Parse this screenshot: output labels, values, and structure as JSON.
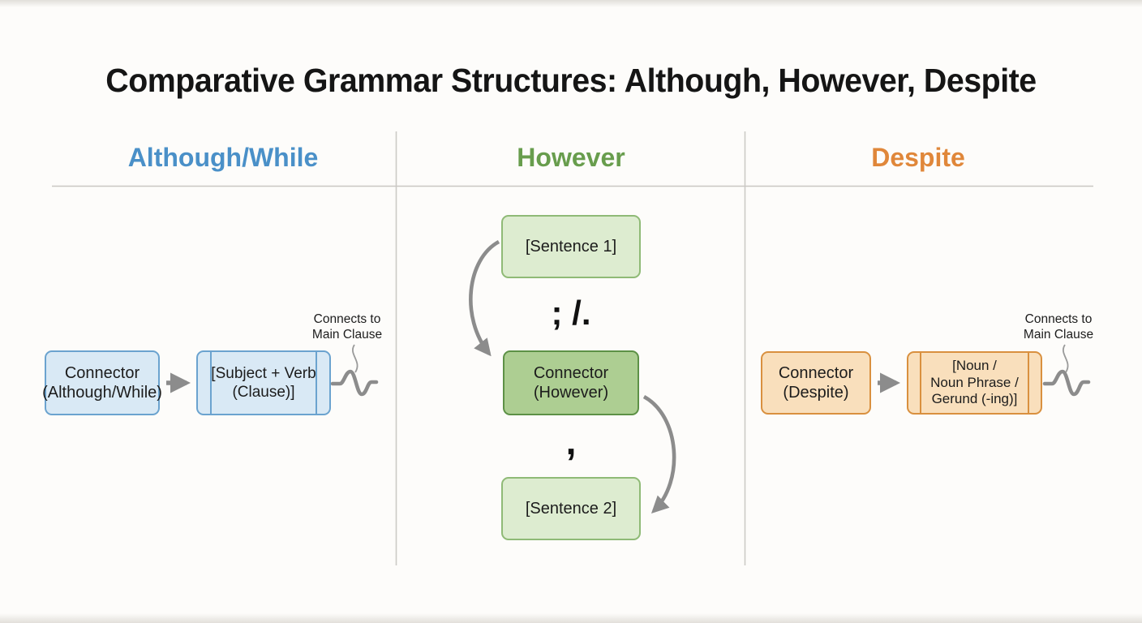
{
  "title": "Comparative Grammar Structures: Although, However, Despite",
  "colors": {
    "background": "#fdfcfa",
    "title_text": "#151515",
    "header_blue": "#4a90c8",
    "header_green": "#689d4d",
    "header_orange": "#e0873a",
    "box_blue_fill": "#d9e9f5",
    "box_blue_border": "#6ba3cf",
    "box_green_light_fill": "#ddecd0",
    "box_green_light_border": "#8fba76",
    "box_green_medium_fill": "#adce92",
    "box_green_medium_border": "#5d9146",
    "box_orange_fill": "#f9dfbc",
    "box_orange_border": "#d9903f",
    "arrow_gray": "#8c8c8c",
    "divider_gray": "#cccac6"
  },
  "columns": [
    {
      "header": "Although/While",
      "connector_box": "Connector\n(Although/While)",
      "target_box": "[Subject + Verb\n(Clause)]",
      "note": "Connects to\nMain Clause"
    },
    {
      "header": "However",
      "sentence1_box": "[Sentence 1]",
      "punctuation_before": "; /.",
      "connector_box": "Connector\n(However)",
      "punctuation_after": ",",
      "sentence2_box": "[Sentence 2]"
    },
    {
      "header": "Despite",
      "connector_box": "Connector\n(Despite)",
      "target_box": "[Noun /\nNoun Phrase /\nGerund (-ing)]",
      "note": "Connects to\nMain Clause"
    }
  ]
}
